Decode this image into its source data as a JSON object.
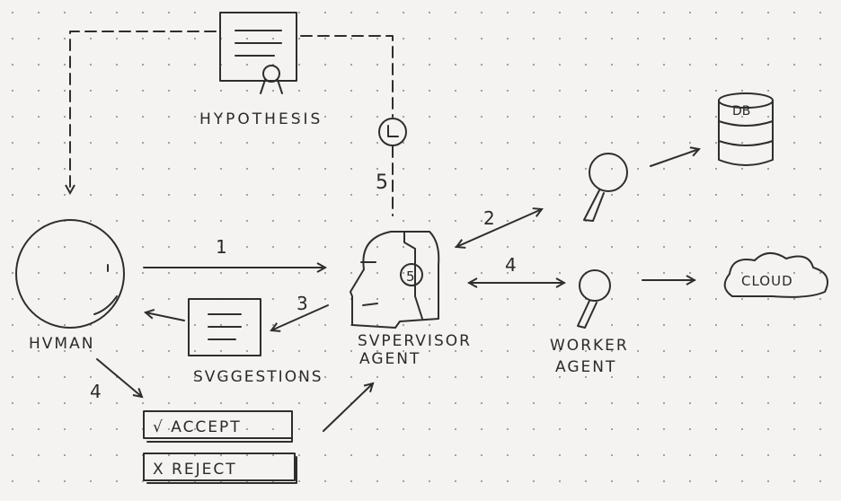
{
  "hypothesis": {
    "label": "HYPOTHESIS"
  },
  "human": {
    "label": "HVMAN"
  },
  "suggestions": {
    "label": "SVGGESTIONS"
  },
  "supervisor": {
    "line1": "SVPERVISOR",
    "line2": "AGENT",
    "badge": "5"
  },
  "worker": {
    "line1": "WORKER",
    "line2": "AGENT"
  },
  "db": {
    "label": "DB"
  },
  "cloud": {
    "label": "CLOUD"
  },
  "buttons": {
    "accept": "√ ACCEPT",
    "reject": "X REJECT"
  },
  "steps": {
    "s1": "1",
    "s2": "2",
    "s3": "3",
    "s4a": "4",
    "s4b": "4",
    "s5": "5"
  },
  "clock": {
    "glyph": "L"
  }
}
